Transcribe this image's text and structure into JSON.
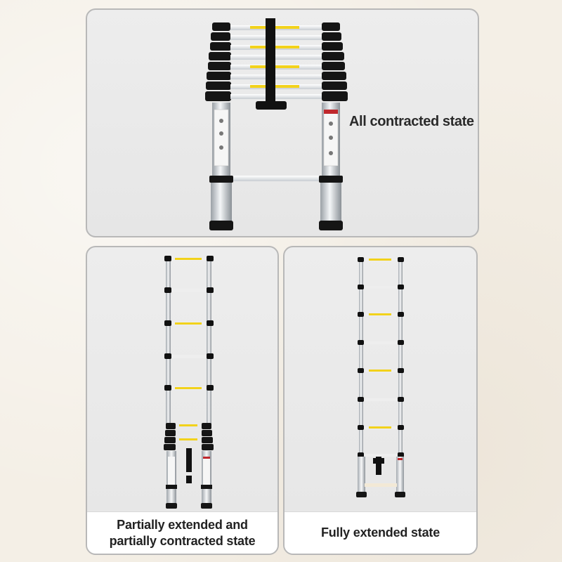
{
  "panels": {
    "top": {
      "caption": "All contracted state"
    },
    "left": {
      "caption_line1": "Partially extended and",
      "caption_line2": "partially contracted state"
    },
    "right": {
      "caption": "Fully extended state"
    }
  },
  "colors": {
    "background": "#f4efe6",
    "panel": "#e9e9e9",
    "aluminum": "#d9dde0",
    "rail_dark": "#1a1a1a",
    "rung_label": "#f2d21b",
    "warning_red": "#c0282d"
  }
}
